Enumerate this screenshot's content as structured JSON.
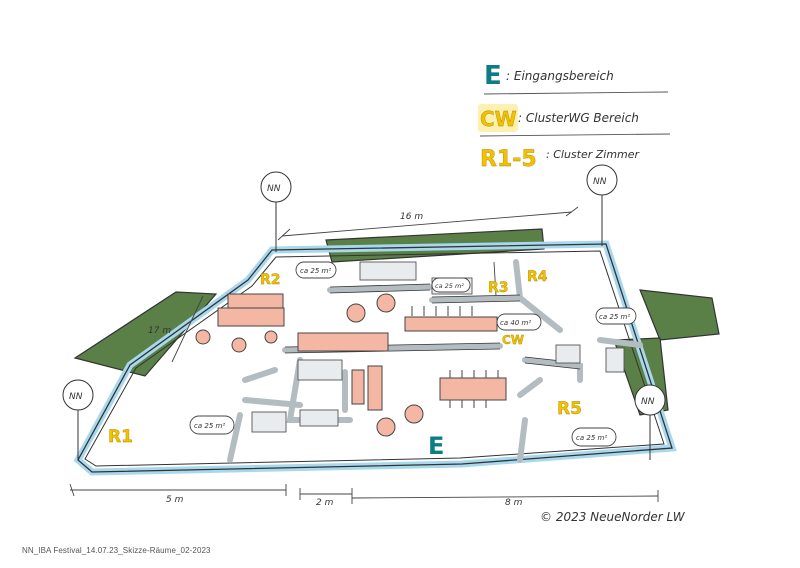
{
  "legend": {
    "items": [
      {
        "key": "E",
        "text": ": Eingangsbereich",
        "color": "#0e7c86",
        "highlight": "#ffffff"
      },
      {
        "key": "CW",
        "text": ": ClusterWG Bereich",
        "color": "#f2c100",
        "highlight": "#fdf0b0"
      },
      {
        "key": "R1-5",
        "text": ": Cluster Zimmer",
        "color": "#f2c100",
        "highlight": "#ffffff"
      }
    ]
  },
  "markers": {
    "north": "NN"
  },
  "rooms": {
    "r1": "R1",
    "r2": "R2",
    "r3": "R3",
    "r4": "R4",
    "r5": "R5",
    "cw": "CW",
    "entrance": "E"
  },
  "areas": {
    "r2_area": "ca 25 m²",
    "r3_area": "ca 25 m²",
    "cw_area": "ca 40 m²",
    "r4_area": "ca 25 m²",
    "r1_area": "ca 25 m²",
    "r5_area": "ca 25 m²"
  },
  "dimensions": {
    "top": "16 m",
    "left": "17 m",
    "bottom_left": "5 m",
    "bottom_mid": "2 m",
    "bottom_right": "8 m"
  },
  "copyright": "© 2023 NeueNorder LW",
  "footer": "NN_IBA Festival_14.07.23_Skizze-Räume_02-2023",
  "colors": {
    "green": "#5a8048",
    "wall": "#b3bcc0",
    "water": "#a8d8ee",
    "furniture": "#f4b7a3",
    "accent_yellow": "#f2c100",
    "accent_teal": "#0e7c86"
  }
}
